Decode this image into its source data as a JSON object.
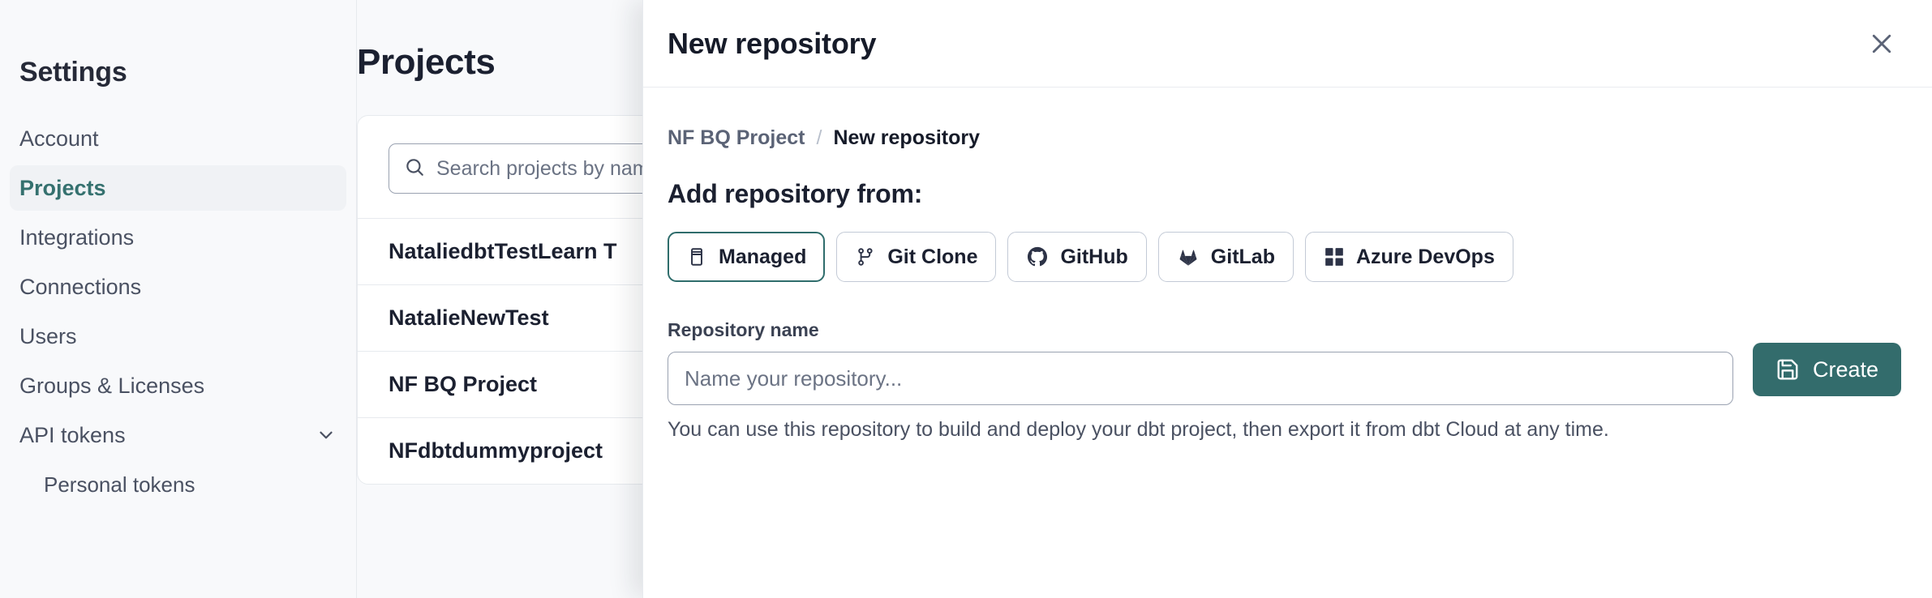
{
  "sidebar": {
    "title": "Settings",
    "items": [
      {
        "label": "Account",
        "name": "account",
        "active": false,
        "sub": false,
        "chevron": false
      },
      {
        "label": "Projects",
        "name": "projects",
        "active": true,
        "sub": false,
        "chevron": false
      },
      {
        "label": "Integrations",
        "name": "integrations",
        "active": false,
        "sub": false,
        "chevron": false
      },
      {
        "label": "Connections",
        "name": "connections",
        "active": false,
        "sub": false,
        "chevron": false
      },
      {
        "label": "Users",
        "name": "users",
        "active": false,
        "sub": false,
        "chevron": false
      },
      {
        "label": "Groups & Licenses",
        "name": "groups-licenses",
        "active": false,
        "sub": false,
        "chevron": false
      },
      {
        "label": "API tokens",
        "name": "api-tokens",
        "active": false,
        "sub": false,
        "chevron": true
      },
      {
        "label": "Personal tokens",
        "name": "personal-tokens",
        "active": false,
        "sub": true,
        "chevron": false
      }
    ]
  },
  "main": {
    "page_title": "Projects",
    "search": {
      "placeholder": "Search projects by name...",
      "value": "",
      "icon": "search-icon"
    },
    "projects": [
      {
        "name": "NataliedbtTestLearn T"
      },
      {
        "name": "NatalieNewTest"
      },
      {
        "name": "NF BQ Project"
      },
      {
        "name": "NFdbtdummyproject"
      }
    ]
  },
  "modal": {
    "title": "New repository",
    "close_icon": "close-icon",
    "breadcrumb": {
      "parent": "NF BQ Project",
      "separator": "/",
      "current": "New repository"
    },
    "section_heading": "Add repository from:",
    "repo_sources": [
      {
        "label": "Managed",
        "icon": "database-icon",
        "selected": true
      },
      {
        "label": "Git Clone",
        "icon": "git-branch-icon",
        "selected": false
      },
      {
        "label": "GitHub",
        "icon": "github-icon",
        "selected": false
      },
      {
        "label": "GitLab",
        "icon": "gitlab-icon",
        "selected": false
      },
      {
        "label": "Azure DevOps",
        "icon": "azure-devops-icon",
        "selected": false
      }
    ],
    "repo_name_field": {
      "label": "Repository name",
      "placeholder": "Name your repository...",
      "value": ""
    },
    "help_text": "You can use this repository to build and deploy your dbt project, then export it from dbt Cloud at any time.",
    "create_button": {
      "label": "Create",
      "icon": "save-icon"
    }
  },
  "colors": {
    "accent_teal": "#336c6c",
    "selected_border": "#2f6d6c",
    "text_dark": "#1b2030",
    "text_muted": "#5b6376",
    "page_bg": "#f8f9fb",
    "border": "#e7eaee"
  }
}
